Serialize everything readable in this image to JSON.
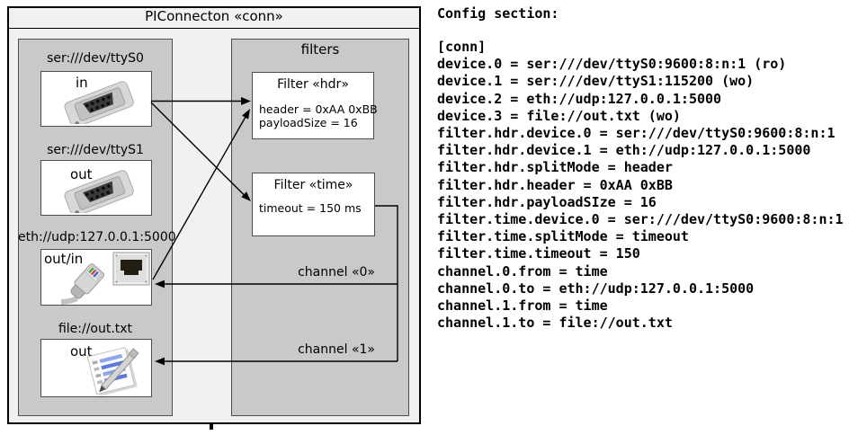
{
  "diagram": {
    "title": "PIConnecton «conn»",
    "filters_label": "filters",
    "devices": [
      {
        "label": "ser:///dev/ttyS0",
        "direction": "in",
        "icon": "serial-connector-icon"
      },
      {
        "label": "ser:///dev/ttyS1",
        "direction": "out",
        "icon": "serial-connector-icon"
      },
      {
        "label": "eth://udp:127.0.0.1:5000",
        "direction": "out/in",
        "icon": "ethernet-connector-icon"
      },
      {
        "label": "file://out.txt",
        "direction": "out",
        "icon": "notepad-icon"
      }
    ],
    "filters": [
      {
        "title": "Filter «hdr»",
        "attributes": [
          "header = 0xAA 0xBB",
          "payloadSize = 16"
        ]
      },
      {
        "title": "Filter «time»",
        "attributes": [
          "timeout = 150 ms"
        ]
      }
    ],
    "channels": [
      {
        "label": "channel «0»"
      },
      {
        "label": "channel «1»"
      }
    ]
  },
  "config": {
    "heading": "Config section:",
    "lines": [
      "[conn]",
      "device.0 = ser:///dev/ttyS0:9600:8:n:1 (ro)",
      "device.1 = ser:///dev/ttyS1:115200 (wo)",
      "device.2 = eth://udp:127.0.0.1:5000",
      "device.3 = file://out.txt (wo)",
      "filter.hdr.device.0 = ser:///dev/ttyS0:9600:8:n:1",
      "filter.hdr.device.1 = eth://udp:127.0.0.1:5000",
      "filter.hdr.splitMode = header",
      "filter.hdr.header = 0xAA 0xBB",
      "filter.hdr.payloadSIze = 16",
      "filter.time.device.0 = ser:///dev/ttyS0:9600:8:n:1",
      "filter.time.splitMode = timeout",
      "filter.time.timeout = 150",
      "channel.0.from = time",
      "channel.0.to = eth://udp:127.0.0.1:5000",
      "channel.1.from = time",
      "channel.1.to = file://out.txt"
    ]
  }
}
